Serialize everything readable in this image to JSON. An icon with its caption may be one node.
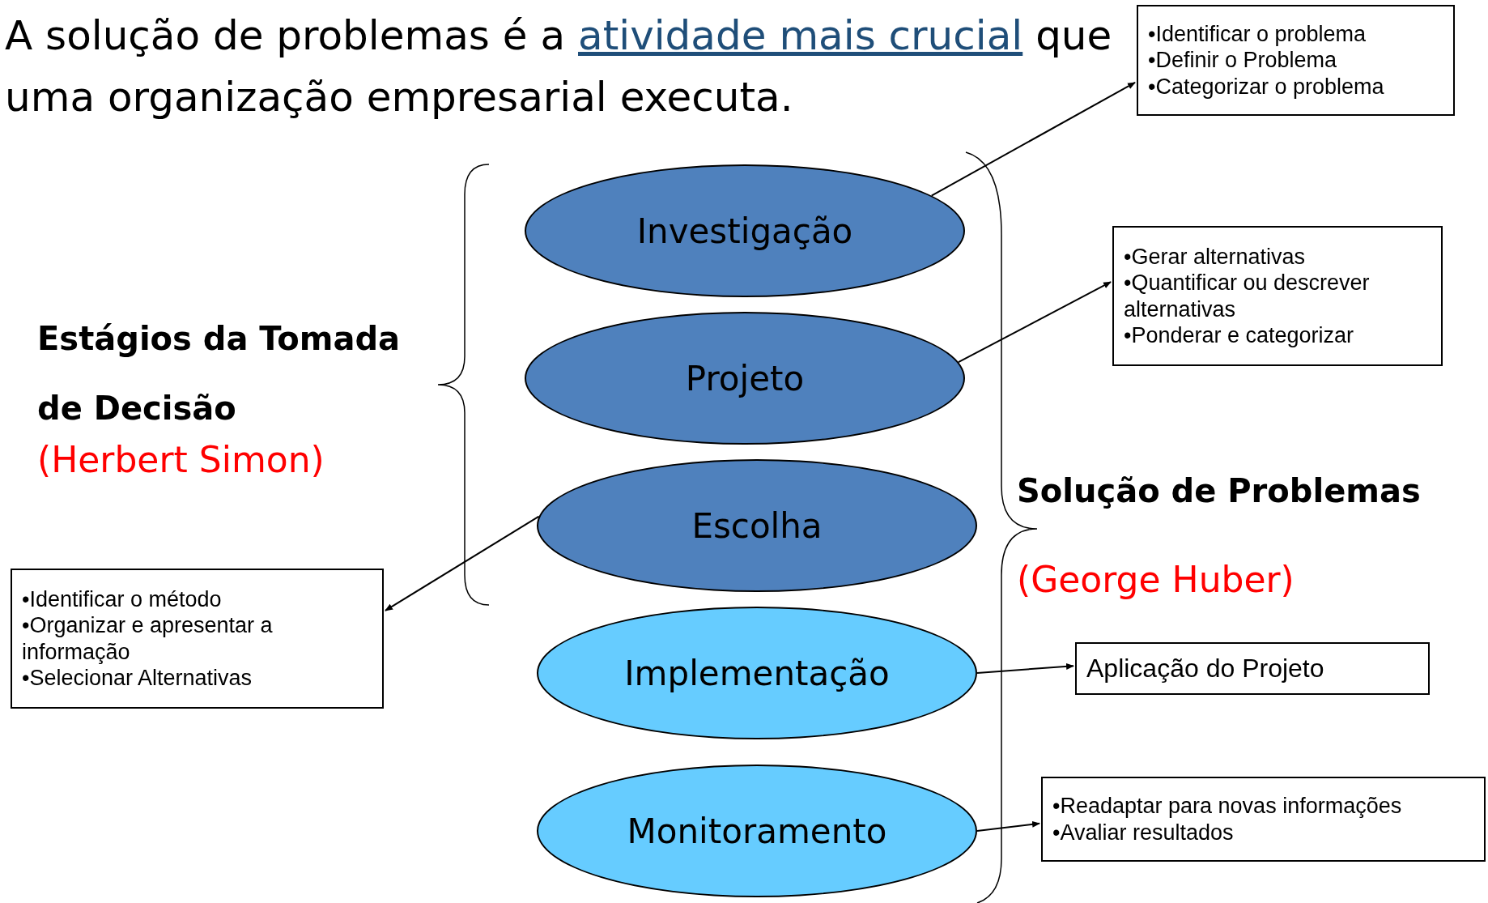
{
  "diagram": {
    "nodes": [
      {
        "text": [
          "Investigação"
        ]
      },
      {
        "text": [
          "Projeto"
        ]
      },
      {
        "text": [
          "Escolha"
        ]
      },
      {
        "text": [
          "Implementação"
        ]
      },
      {
        "text": [
          "Monitoramento"
        ]
      },
      {
        "text": [
          "•Identificar o problema",
          "•Definir o Problema",
          "•Categorizar o problema"
        ]
      },
      {
        "text": [
          "•Gerar alternativas",
          "•Quantificar ou descrever alternativas",
          "•Ponderar e categorizar"
        ]
      },
      {
        "text": [
          "•Identificar o método",
          "•Organizar e apresentar a informação",
          "•Selecionar Alternativas"
        ]
      },
      {
        "text": [
          "Aplicação do Projeto"
        ]
      },
      {
        "text": [
          "•Readaptar para novas informações",
          "•Avaliar resultados"
        ]
      }
    ],
    "edges": [
      {
        "from": 0,
        "to": 5,
        "arrow": "to"
      },
      {
        "from": 1,
        "to": 6,
        "arrow": "to"
      },
      {
        "from": 2,
        "to": 7,
        "arrow": "to"
      },
      {
        "from": 3,
        "to": 8,
        "arrow": "to"
      },
      {
        "from": 4,
        "to": 9,
        "arrow": "to"
      }
    ],
    "labels": [
      "A solução de problemas é a",
      "atividade mais crucial",
      "que uma organização empresarial executa.",
      "Estágios da Tomada de Decisão",
      "(Herbert Simon)",
      "Solução de Problemas",
      "(George Huber)"
    ]
  }
}
